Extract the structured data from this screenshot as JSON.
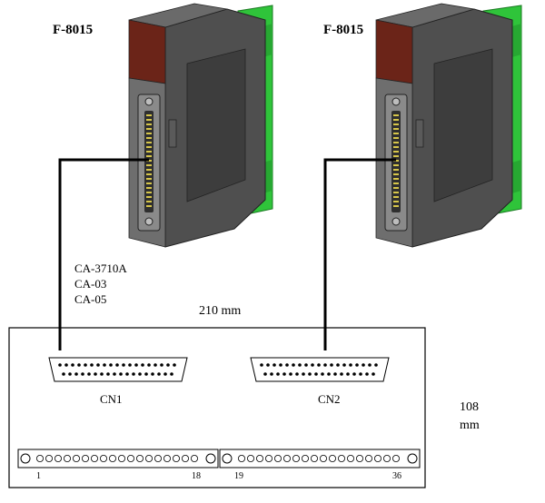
{
  "modules": [
    {
      "label": "F-8015"
    },
    {
      "label": "F-8015"
    }
  ],
  "cable_models": [
    "CA-3710A",
    "CA-03",
    "CA-05"
  ],
  "board": {
    "width_label": "210 mm",
    "height_label_value": "108",
    "height_label_unit": "mm",
    "connectors": [
      {
        "label": "CN1"
      },
      {
        "label": "CN2"
      }
    ],
    "terminal_blocks": [
      {
        "start": "1",
        "end": "18"
      },
      {
        "start": "19",
        "end": "36"
      }
    ]
  },
  "colors": {
    "module_body": "#5a5a5a",
    "module_dark": "#3f3f3f",
    "module_light": "#8a8a8a",
    "module_top": "#6b2418",
    "rail_green": "#2fc43a",
    "cable": "#000000",
    "board_border": "#000000"
  }
}
